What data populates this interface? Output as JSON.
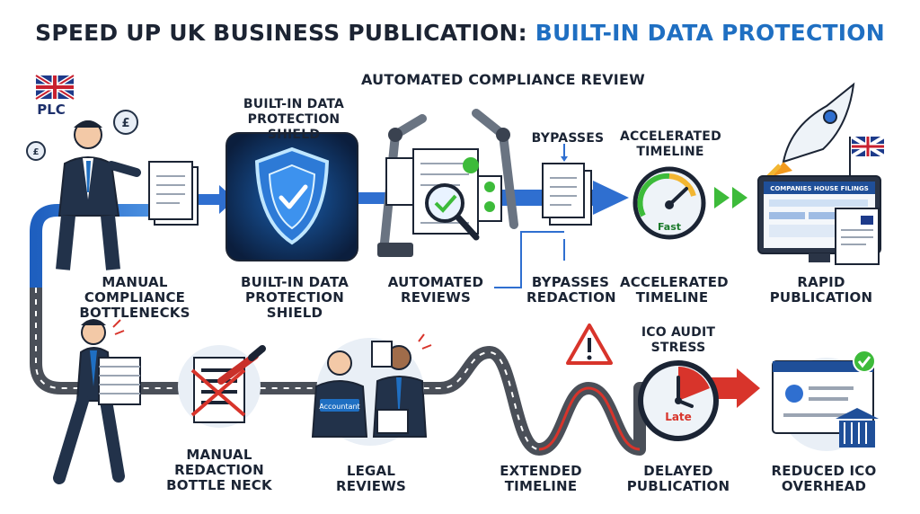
{
  "title": {
    "lead": "SPEED UP UK BUSINESS PUBLICATION:",
    "accent": "BUILT-IN DATA PROTECTION"
  },
  "badge": {
    "plc": "PLC",
    "currency": "£"
  },
  "top_flow": {
    "heading": "AUTOMATED COMPLIANCE REVIEW",
    "shield_top": "BUILT-IN DATA PROTECTION SHIELD",
    "bypasses_top": "BYPASSES",
    "accel_top": "ACCELERATED TIMELINE",
    "gauge_text": "Fast",
    "filings_header": "COMPANIES HOUSE FILINGS",
    "labels": {
      "manual": "MANUAL COMPLIANCE BOTTLENECKS",
      "shield": "BUILT-IN DATA PROTECTION SHIELD",
      "auto": "AUTOMATED REVIEWS",
      "bypass": "BYPASSES REDACTION",
      "accel": "ACCELERATED TIMELINE",
      "rapid": "RAPID PUBLICATION"
    }
  },
  "bottom_flow": {
    "ico_top": "ICO AUDIT STRESS",
    "clock_text": "Late",
    "accountant_badge": "Accountant",
    "labels": {
      "redaction": "MANUAL REDACTION BOTTLE NECK",
      "legal": "LEGAL REVIEWS",
      "extended": "EXTENDED TIMELINE",
      "delayed": "DELAYED PUBLICATION",
      "reduced": "REDUCED ICO OVERHEAD"
    }
  },
  "colors": {
    "dark": "#1b2434",
    "accent_blue": "#1f6fc2",
    "arrow_blue": "#2f6fd0",
    "green": "#3dbb3a",
    "red": "#d8342b",
    "road": "#4a4f58"
  }
}
